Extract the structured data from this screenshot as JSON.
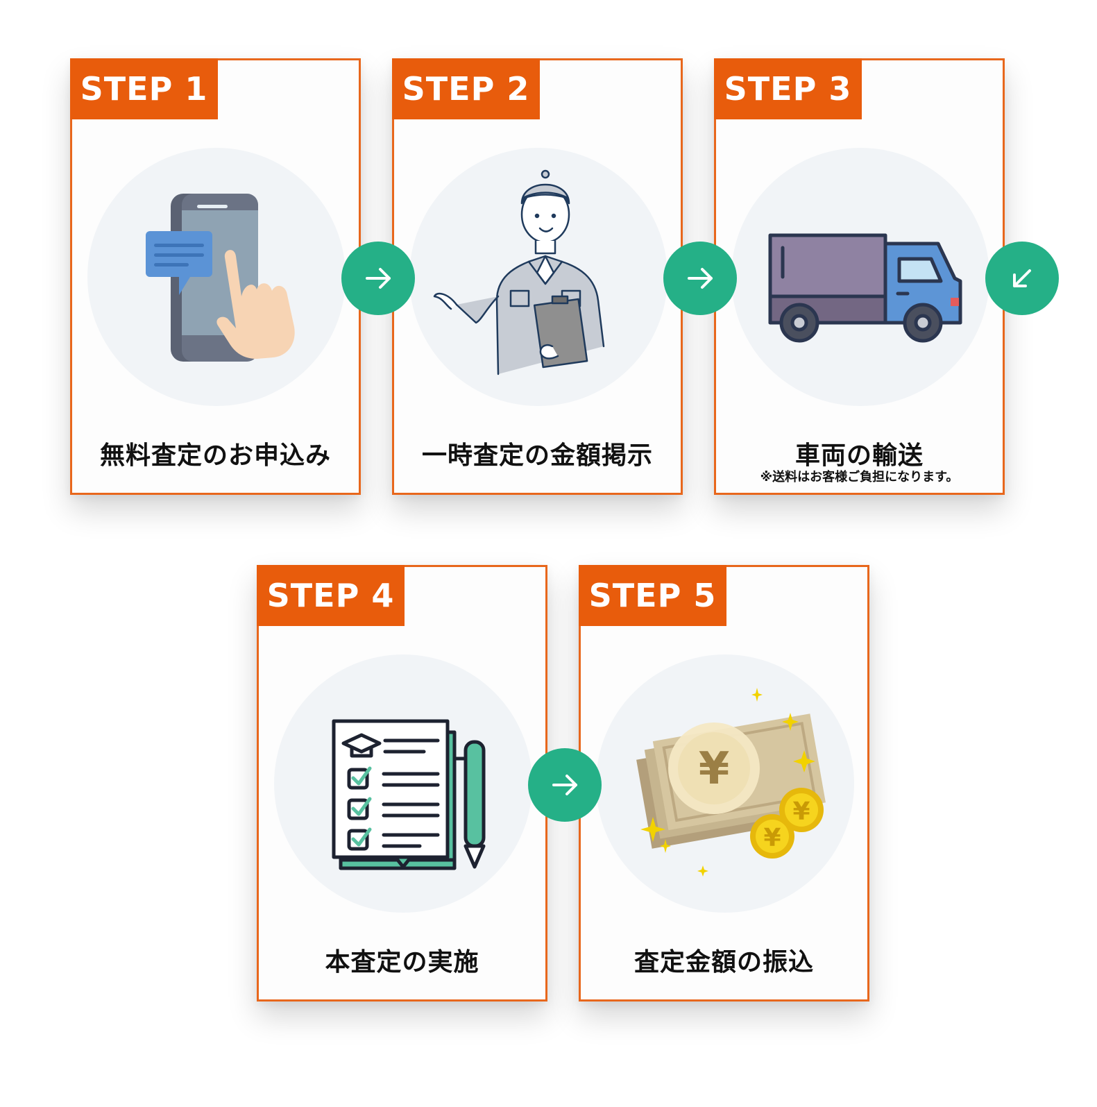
{
  "steps": [
    {
      "badge": "STEP 1",
      "title": "無料査定のお申込み"
    },
    {
      "badge": "STEP 2",
      "title": "一時査定の金額掲示"
    },
    {
      "badge": "STEP 3",
      "title": "車両の輸送",
      "note": "※送料はお客様ご負担になります。"
    },
    {
      "badge": "STEP 4",
      "title": "本査定の実施"
    },
    {
      "badge": "STEP 5",
      "title": "査定金額の振込"
    }
  ],
  "colors": {
    "badge": "#e85c0c",
    "border": "#e8671c",
    "arrow": "#25b087",
    "circle": "#f1f4f7"
  },
  "icons": [
    "smartphone-tap-icon",
    "worker-clipboard-icon",
    "truck-icon",
    "checklist-icon",
    "yen-money-icon",
    "arrow-right-icon",
    "arrow-down-left-icon"
  ]
}
